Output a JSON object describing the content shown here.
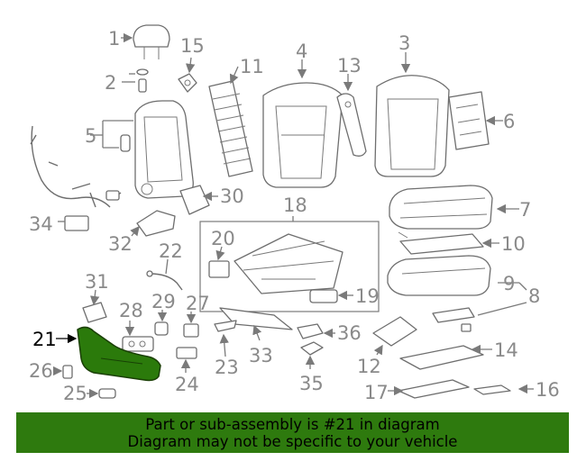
{
  "diagram": {
    "highlighted_part": "21",
    "callouts": [
      "1",
      "2",
      "3",
      "4",
      "5",
      "6",
      "7",
      "8",
      "9",
      "10",
      "11",
      "12",
      "13",
      "14",
      "15",
      "16",
      "17",
      "18",
      "19",
      "20",
      "21",
      "22",
      "23",
      "24",
      "25",
      "26",
      "27",
      "28",
      "29",
      "30",
      "31",
      "32",
      "33",
      "34",
      "35",
      "36"
    ],
    "highlight_color": "#2e7a0e"
  },
  "banner": {
    "line1": "Part or sub-assembly is #21 in diagram",
    "line2": "Diagram may not be specific to your vehicle"
  }
}
